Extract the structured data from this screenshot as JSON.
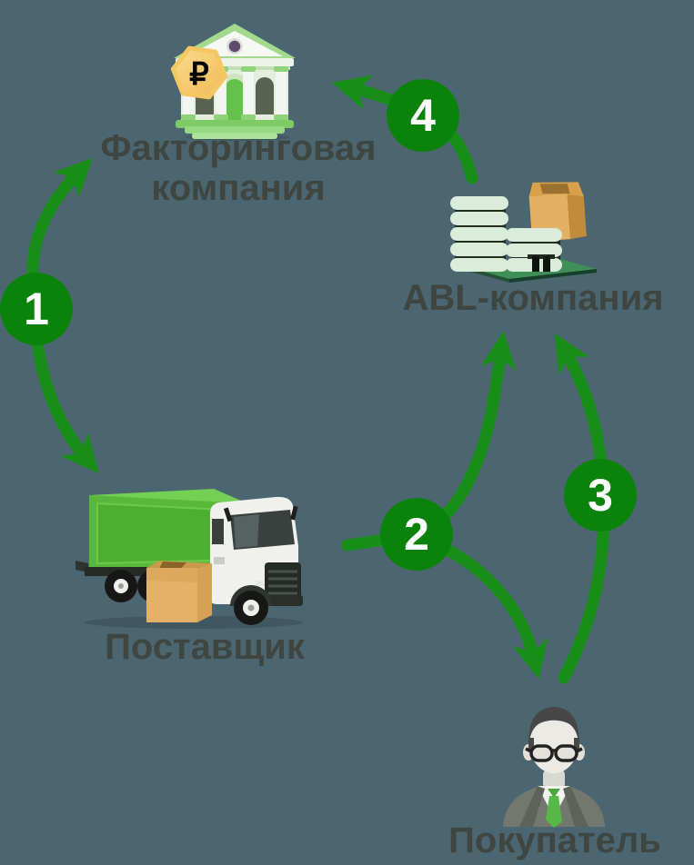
{
  "diagram_title": "",
  "background_color": "#4c6671",
  "colors": {
    "arrow_green": "#188e18",
    "badge_green": "#0b830b",
    "label_gray": "#3f4540",
    "box_tan": "#e2ad5f",
    "truck_green": "#57b83a",
    "platform_green": "#418f58",
    "ruble_badge_amber": "#f6c964"
  },
  "nodes": {
    "factoring": {
      "label_line1": "Факторинговая",
      "label_line2": "компания",
      "icon": "bank-building-with-ruble-icon"
    },
    "abl": {
      "label": "ABL-компания",
      "icon": "office-building-with-box-icon"
    },
    "supplier": {
      "label": "Поставщик",
      "icon": "delivery-truck-with-box-icon"
    },
    "buyer": {
      "label": "Покупатель",
      "icon": "businessman-icon"
    }
  },
  "steps": {
    "step1": {
      "number": "1",
      "from": "Поставщик",
      "to": "Факторинговая компания",
      "bidirectional": true
    },
    "step2": {
      "number": "2",
      "from": "Поставщик",
      "to": "ABL-компания / Покупатель"
    },
    "step3": {
      "number": "3",
      "from": "Покупатель",
      "to": "ABL-компания"
    },
    "step4": {
      "number": "4",
      "from": "ABL-компания",
      "to": "Факторинговая компания"
    }
  },
  "icons": {
    "ruble_symbol": "₽"
  }
}
